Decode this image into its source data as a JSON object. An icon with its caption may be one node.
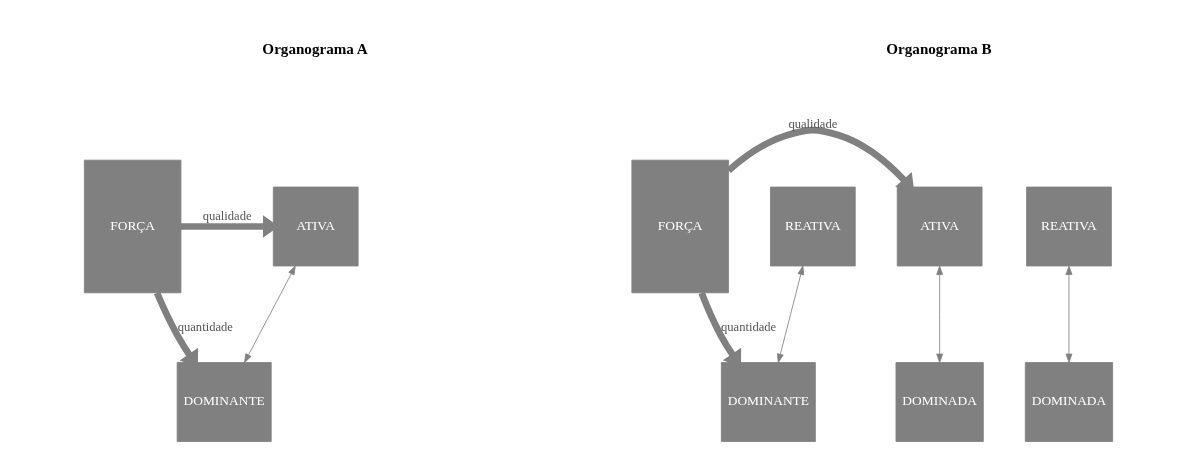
{
  "diagram": {
    "nodes": [
      {
        "text": [
          "FORÇA"
        ]
      },
      {
        "text": [
          "ATIVA"
        ]
      },
      {
        "text": [
          "DOMINANTE"
        ]
      },
      {
        "text": [
          "REATIVA"
        ]
      },
      {
        "text": [
          "DOMINADA"
        ]
      },
      {
        "text": [
          "FORÇA"
        ]
      },
      {
        "text": [
          "ATIVA"
        ]
      },
      {
        "text": [
          "DOMINANTE"
        ]
      },
      {
        "text": [
          "REATIVA"
        ]
      },
      {
        "text": [
          "DOMINADA"
        ]
      }
    ],
    "edges": [
      {
        "from": 0,
        "to": 1,
        "arrow": "to",
        "label": "qualidade",
        "style": "thick"
      },
      {
        "from": 0,
        "to": 2,
        "arrow": "to",
        "label": "quantidade",
        "style": "thick"
      },
      {
        "from": 1,
        "to": 2,
        "arrow": "both"
      },
      {
        "from": 3,
        "to": 4,
        "arrow": "both"
      },
      {
        "from": 5,
        "to": 6,
        "arrow": "to",
        "label": "qualidade",
        "style": "thick"
      },
      {
        "from": 5,
        "to": 7,
        "arrow": "to",
        "label": "quantidade",
        "style": "thick"
      },
      {
        "from": 6,
        "to": 9,
        "arrow": "both"
      },
      {
        "from": 7,
        "to": 8,
        "arrow": "both"
      }
    ],
    "labels": [
      "Organograma A",
      "Organograma B"
    ]
  }
}
